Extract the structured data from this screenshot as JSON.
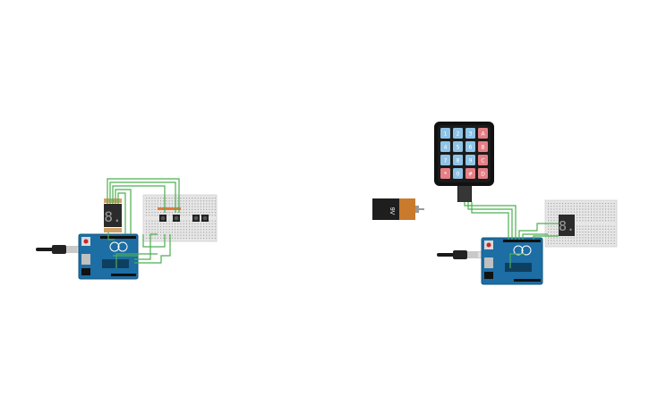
{
  "workspace": {
    "background": "#ffffff",
    "wire_color": "#4caf50"
  },
  "circuit_left": {
    "arduino_board": "arduino-uno",
    "display_digit": "8.",
    "buttons": [
      "pushbutton",
      "pushbutton",
      "pushbutton",
      "pushbutton"
    ]
  },
  "circuit_right": {
    "arduino_board": "arduino-uno",
    "battery_label": "9V",
    "display_digit": "8.",
    "keypad": {
      "rows": [
        [
          "1",
          "2",
          "3",
          "A"
        ],
        [
          "4",
          "5",
          "6",
          "B"
        ],
        [
          "7",
          "8",
          "9",
          "C"
        ],
        [
          "*",
          "0",
          "#",
          "D"
        ]
      ],
      "number_key_color": "#8fc3e6",
      "letter_key_color": "#e57f85"
    }
  }
}
